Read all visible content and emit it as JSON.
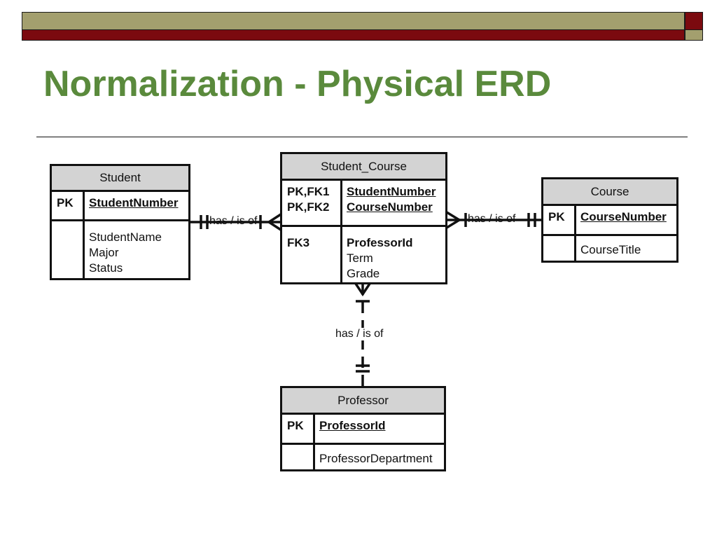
{
  "slide": {
    "title": "Normalization - Physical ERD",
    "title_color": "#5a8a3c",
    "bar_colors": {
      "olive": "#a39f6e",
      "maroon": "#7b0a0f"
    }
  },
  "entities": {
    "student": {
      "name": "Student",
      "key_label": "PK",
      "pk": "StudentNumber",
      "attributes": [
        "StudentName",
        "Major",
        "Status"
      ]
    },
    "student_course": {
      "name": "Student_Course",
      "key_labels": [
        "PK,FK1",
        "PK,FK2"
      ],
      "pks": [
        "StudentNumber",
        "CourseNumber"
      ],
      "fk_label": "FK3",
      "fk": "ProfessorId",
      "attributes": [
        "Term",
        "Grade"
      ]
    },
    "course": {
      "name": "Course",
      "key_label": "PK",
      "pk": "CourseNumber",
      "attributes": [
        "CourseTitle"
      ]
    },
    "professor": {
      "name": "Professor",
      "key_label": "PK",
      "pk": "ProfessorId",
      "attributes": [
        "ProfessorDepartment"
      ]
    }
  },
  "relationships": [
    {
      "from": "Student",
      "to": "Student_Course",
      "label": "has / is of",
      "from_cardinality": "one-and-only-one",
      "to_cardinality": "many",
      "style": "solid"
    },
    {
      "from": "Course",
      "to": "Student_Course",
      "label": "has / is of",
      "from_cardinality": "one-and-only-one",
      "to_cardinality": "many",
      "style": "solid"
    },
    {
      "from": "Professor",
      "to": "Student_Course",
      "label": "has / is of",
      "from_cardinality": "one-and-only-one",
      "to_cardinality": "one-or-many",
      "style": "dashed"
    }
  ]
}
